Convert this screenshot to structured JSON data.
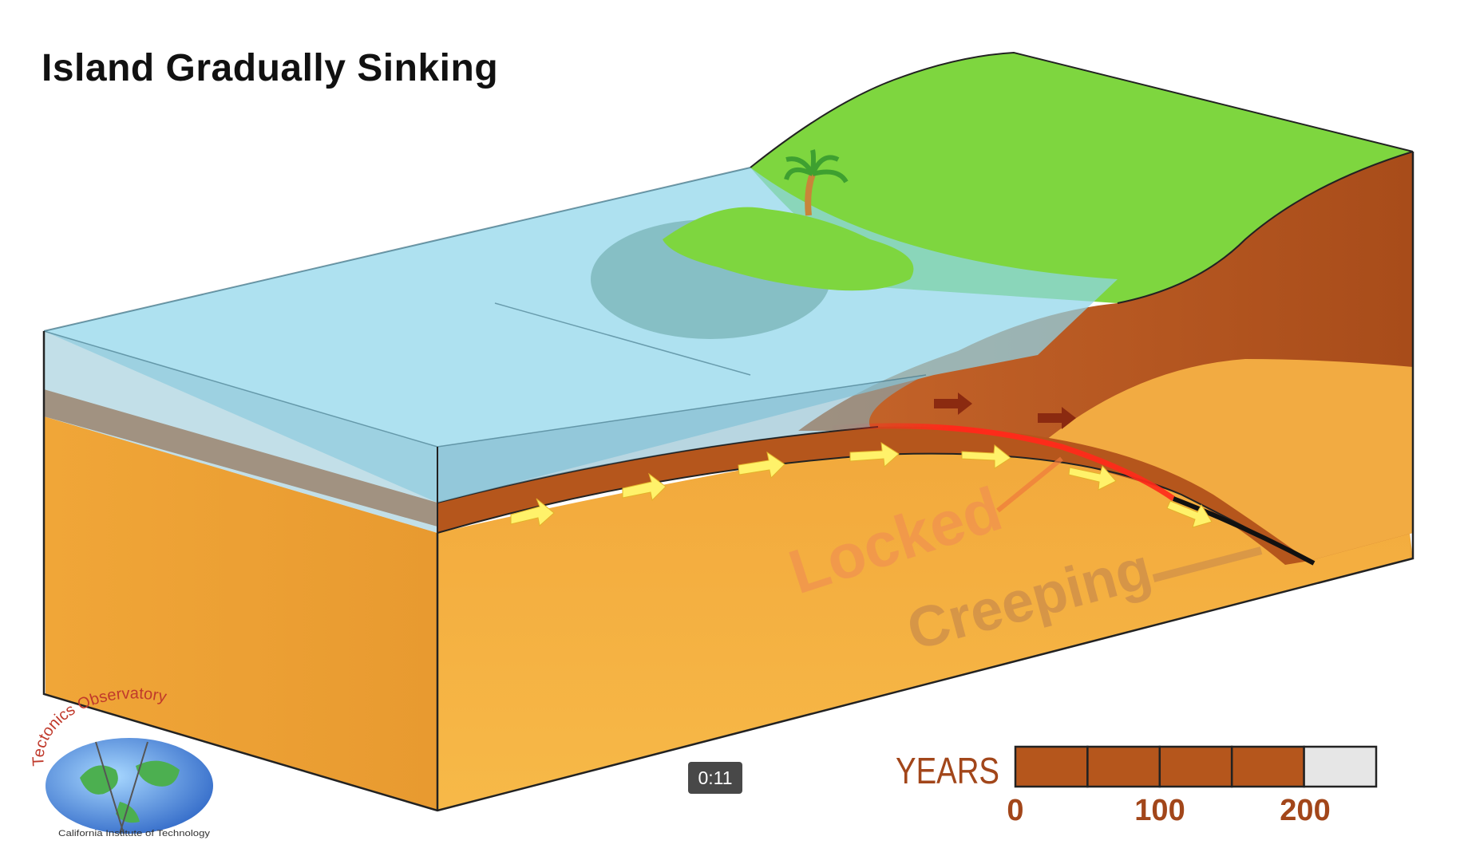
{
  "title": "Island Gradually Sinking",
  "labels": {
    "locked": "Locked",
    "creeping": "Creeping"
  },
  "timeline": {
    "label": "YEARS",
    "ticks": [
      "0",
      "100",
      "200"
    ],
    "segments_total": 5,
    "segments_filled": 4,
    "progress_fraction": 0.8
  },
  "logo": {
    "arc_text": "Tectonics Observatory",
    "subtext": "California Institute of Technology"
  },
  "video": {
    "timestamp": "0:11"
  },
  "colors": {
    "water": "#7fd0e6",
    "land_green": "#7ed63f",
    "crust_orange": "#f0a93c",
    "plate_brown": "#b5561c",
    "locked_red": "#ff2a1a",
    "motion_arrow": "#fff26a",
    "timeline_fill": "#b5561c",
    "timeline_label": "#a2461a"
  },
  "icons": [
    "palm-tree-icon",
    "globe-logo-icon",
    "motion-arrow-icon"
  ]
}
